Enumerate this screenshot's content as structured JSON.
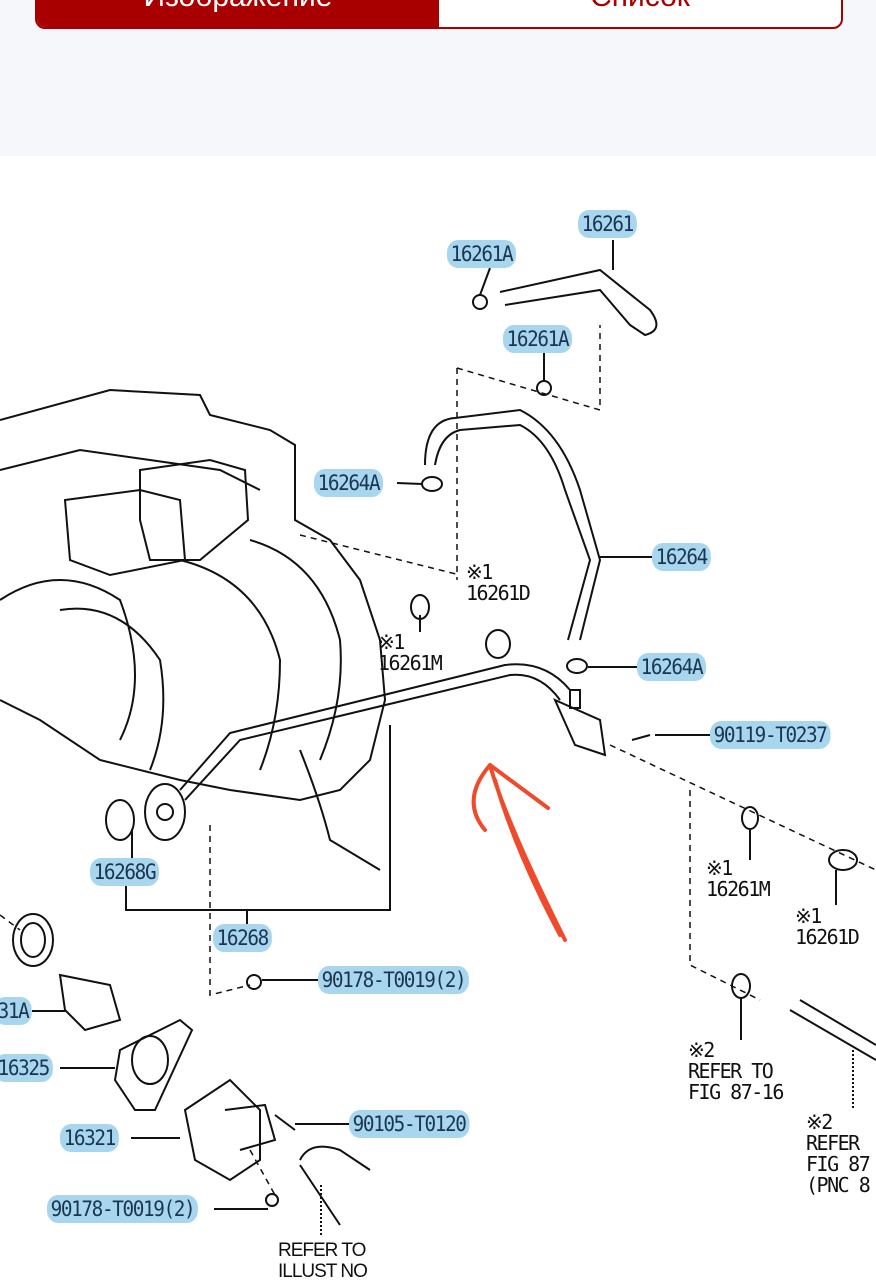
{
  "tabs": [
    {
      "label": "Изображение",
      "active": true
    },
    {
      "label": "Список",
      "active": false
    }
  ],
  "colors": {
    "accent": "#a80000",
    "label_highlight": "#a9d6ef",
    "annotation_arrow": "#f04a2c"
  },
  "diagram": {
    "labels": [
      "16261",
      "16261A",
      "16261A",
      "16264A",
      "16264",
      "16264A",
      "90119-T0237",
      "16268G",
      "16268",
      "90178-T0019(2)",
      "31A",
      "16325",
      "16321",
      "90105-T0120",
      "90178-T0019(2)"
    ],
    "notes": [
      {
        "mark": "※1",
        "text": "16261D"
      },
      {
        "mark": "※1",
        "text": "16261M"
      },
      {
        "mark": "※1",
        "text": "16261M"
      },
      {
        "mark": "※1",
        "text": "16261D"
      },
      {
        "mark": "※2",
        "text": "REFER TO\nFIG 87-16"
      },
      {
        "mark": "※2",
        "text": "REFER\nFIG 87\n(PNC 8"
      },
      {
        "mark": "",
        "text": "REFER TO\nILLUST NO"
      }
    ]
  }
}
